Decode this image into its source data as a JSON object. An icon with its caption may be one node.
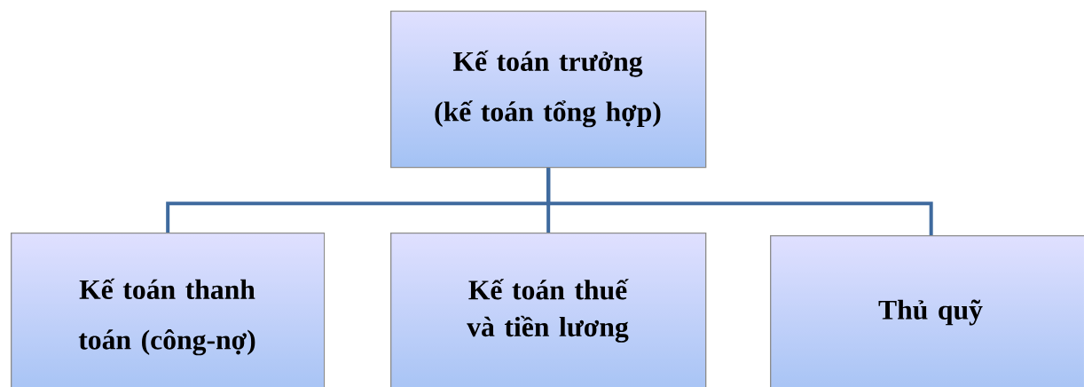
{
  "diagram": {
    "nodes": [
      {
        "text": [
          "Kế toán trưởng (kế toán tổng hợp)"
        ]
      },
      {
        "text": [
          "Kế toán thanh toán (công-nợ)"
        ]
      },
      {
        "text": [
          "Kế toán thuế và tiền lương"
        ]
      },
      {
        "text": [
          "Thủ quỹ"
        ]
      }
    ],
    "edges": [
      {
        "from": 0,
        "to": 1,
        "arrow": "none"
      },
      {
        "from": 0,
        "to": 2,
        "arrow": "none"
      },
      {
        "from": 0,
        "to": 3,
        "arrow": "none"
      }
    ]
  }
}
